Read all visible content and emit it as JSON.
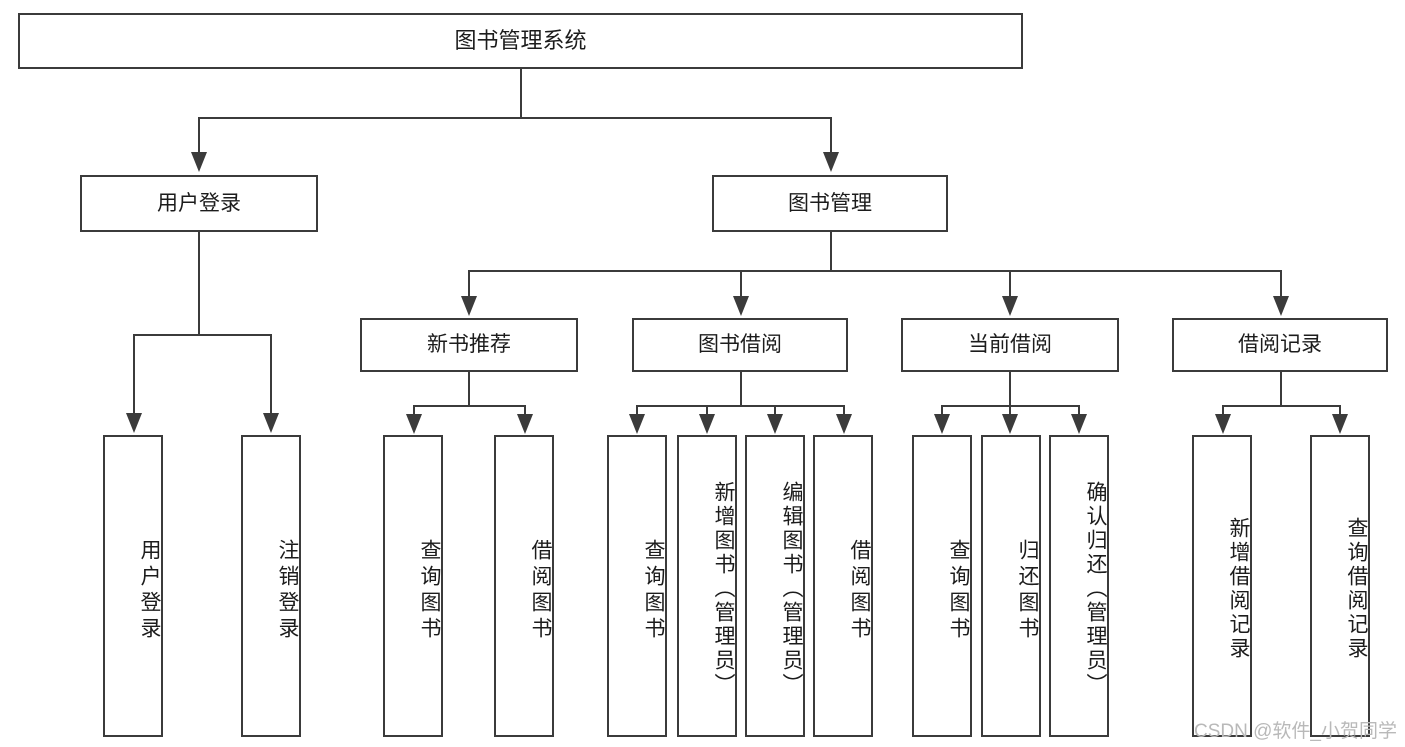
{
  "diagram": {
    "type": "tree",
    "title": "图书管理系统",
    "root": {
      "label": "图书管理系统"
    },
    "level2": [
      {
        "label": "用户登录"
      },
      {
        "label": "图书管理"
      }
    ],
    "level3": [
      {
        "label": "新书推荐"
      },
      {
        "label": "图书借阅"
      },
      {
        "label": "当前借阅"
      },
      {
        "label": "借阅记录"
      }
    ],
    "leaves": [
      {
        "label": "用户登录"
      },
      {
        "label": "注销登录"
      },
      {
        "label": "查询图书"
      },
      {
        "label": "借阅图书"
      },
      {
        "label": "查询图书"
      },
      {
        "label": "新增图书（管理员）"
      },
      {
        "label": "编辑图书（管理员）"
      },
      {
        "label": "借阅图书"
      },
      {
        "label": "查询图书"
      },
      {
        "label": "归还图书"
      },
      {
        "label": "确认归还（管理员）"
      },
      {
        "label": "新增借阅记录"
      },
      {
        "label": "查询借阅记录"
      }
    ],
    "groups": {
      "user_login_children": [
        "用户登录",
        "注销登录"
      ],
      "new_book_children": [
        "查询图书",
        "借阅图书"
      ],
      "book_borrow_children": [
        "查询图书",
        "新增图书（管理员）",
        "编辑图书（管理员）",
        "借阅图书"
      ],
      "current_borrow_children": [
        "查询图书",
        "归还图书",
        "确认归还（管理员）"
      ],
      "borrow_record_children": [
        "新增借阅记录",
        "查询借阅记录"
      ]
    },
    "colors": {
      "stroke": "#3b3b3b",
      "fill": "#ffffff",
      "text": "#1c1c1c",
      "watermark": "#b9b9b9"
    }
  },
  "watermark": {
    "text": "CSDN @软件_小贺同学"
  }
}
